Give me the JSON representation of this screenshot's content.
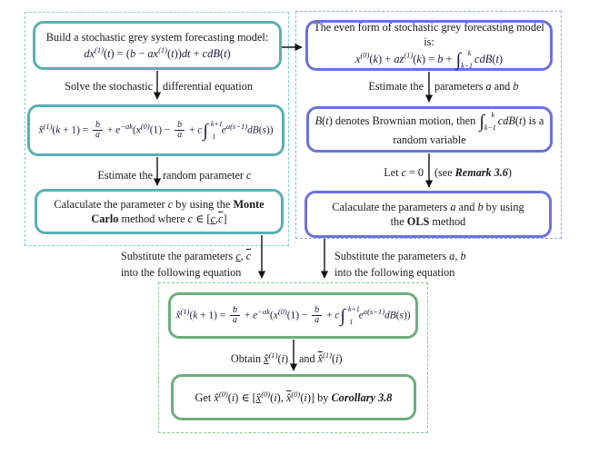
{
  "colors": {
    "teal": "#58b0b6",
    "teal-dash": "#84ced2",
    "purple": "#6b72dc",
    "purple-dash": "#9ba6ef",
    "green": "#6ead7d",
    "green-dash": "#8cc89c",
    "ink": "#1a1a1a",
    "math-ink": "#1c1c3c",
    "arrow": "#111111"
  },
  "boxes": {
    "build_model": {
      "title": "Build a stochastic grey system forecasting model:",
      "equation": "<i>dx</i><sup>(1)</sup>(<i>t</i>) = (<i>b</i> − <i>ax</i><sup>(1)</sup>(<i>t</i>))<i>dt</i> + <i>cdB</i>(<i>t</i>)"
    },
    "solution": {
      "equation": "<i>x̂</i><sup>(1)</sup>(<i>k</i> + 1) = <span class='frac'><span class='num'>b</span><span class='den'>a</span></span> + <i>e</i><sup>−ak</sup>(<i>x</i><sup>(0)</sup>(1) − <span class='frac'><span class='num'>b</span><span class='den'>a</span></span> + <i>c</i><span class='int'><span class='isym'>∫</span><span class='ilim'><span class='iu'>k+1</span><span class='il'>1</span></span></span><i>e</i><sup>a(s−1)</sup><i>dB</i>(<i>s</i>))"
    },
    "monte_carlo": {
      "html": "Calaculate the parameter <i>c</i> by using the <b>Monte<br>Carlo</b> method where <i>c</i> ∈ [<i class='unl'>c</i>,<i class='ovl'>c</i>]"
    },
    "even_form": {
      "title": "The even form of stochastic grey forecasting model is:",
      "equation": "<i>x</i><sup>(0)</sup>(<i>k</i>) + <i>az</i><sup>(1)</sup>(<i>k</i>) = <i>b</i> + <span class='int'><span class='isym'>∫</span><span class='ilim'><span class='iu'>k</span><span class='il'>k−1</span></span></span><i>cdB</i>(<i>t</i>)"
    },
    "brownian": {
      "html": "<i>B</i>(<i>t</i>) denotes Brownian motion, then <span class='int'><span class='isym'>∫</span><span class='ilim'><span class='iu'>k</span><span class='il'>k−1</span></span></span><i>cdB</i>(<i>t</i>) is a<br>random variable"
    },
    "ols": {
      "html": "Calaculate the parameters <i>a</i> and <i>b</i> by using<br>the <b>OLS</b> method"
    },
    "final_equation": {
      "equation": "<i>x̂</i><sup>(1)</sup>(<i>k</i> + 1) = <span class='frac'><span class='num'>b</span><span class='den'>a</span></span> + <i>e</i><sup>−ak</sup>(<i>x</i><sup>(0)</sup>(1) − <span class='frac'><span class='num'>b</span><span class='den'>a</span></span> + <i>c</i><span class='int'><span class='isym'>∫</span><span class='ilim'><span class='iu'>k+1</span><span class='il'>1</span></span></span><i>e</i><sup>a(s−1)</sup><i>dB</i>(<i>s</i>))"
    },
    "corollary": {
      "html": "Get <i>x̂</i><sup>(0)</sup>(<i>i</i>) ∈ [<i class='unl'>x̂</i><sup>(0)</sup>(<i>i</i>), <i class='ovl'>x̂</i><sup>(0)</sup>(<i>i</i>)] by <b><i>Corollary 3.8</i></b>"
    }
  },
  "labels": {
    "solve": {
      "left": "Solve the stochastic",
      "right": "differential equation"
    },
    "estimate_c": {
      "left": "Estimate the",
      "right": "random parameter <i>c</i>"
    },
    "estimate_ab": {
      "left": "Estimate the",
      "right": "parameters <i>a</i> and <i>b</i>"
    },
    "let_c0": {
      "left": "Let <i>c</i> = 0",
      "right": "(see <b><i>Remark 3.6</i></b>)"
    },
    "substitute_c": {
      "line1": "Substitute the parameters <i class='unl'>c</i>, <i class='ovl'>c</i>",
      "line2": "into the following equation"
    },
    "substitute_ab": {
      "line1": "Substitute the parameters <i>a</i>, <i>b</i>",
      "line2": "into the following equation"
    },
    "obtain": {
      "left": "Obtain <i class='unl'>x̂</i><sup>(1)</sup>(<i>i</i>)",
      "right": "and <i class='ovl'>x̂</i><sup>(1)</sup>(<i>i</i>)"
    }
  }
}
